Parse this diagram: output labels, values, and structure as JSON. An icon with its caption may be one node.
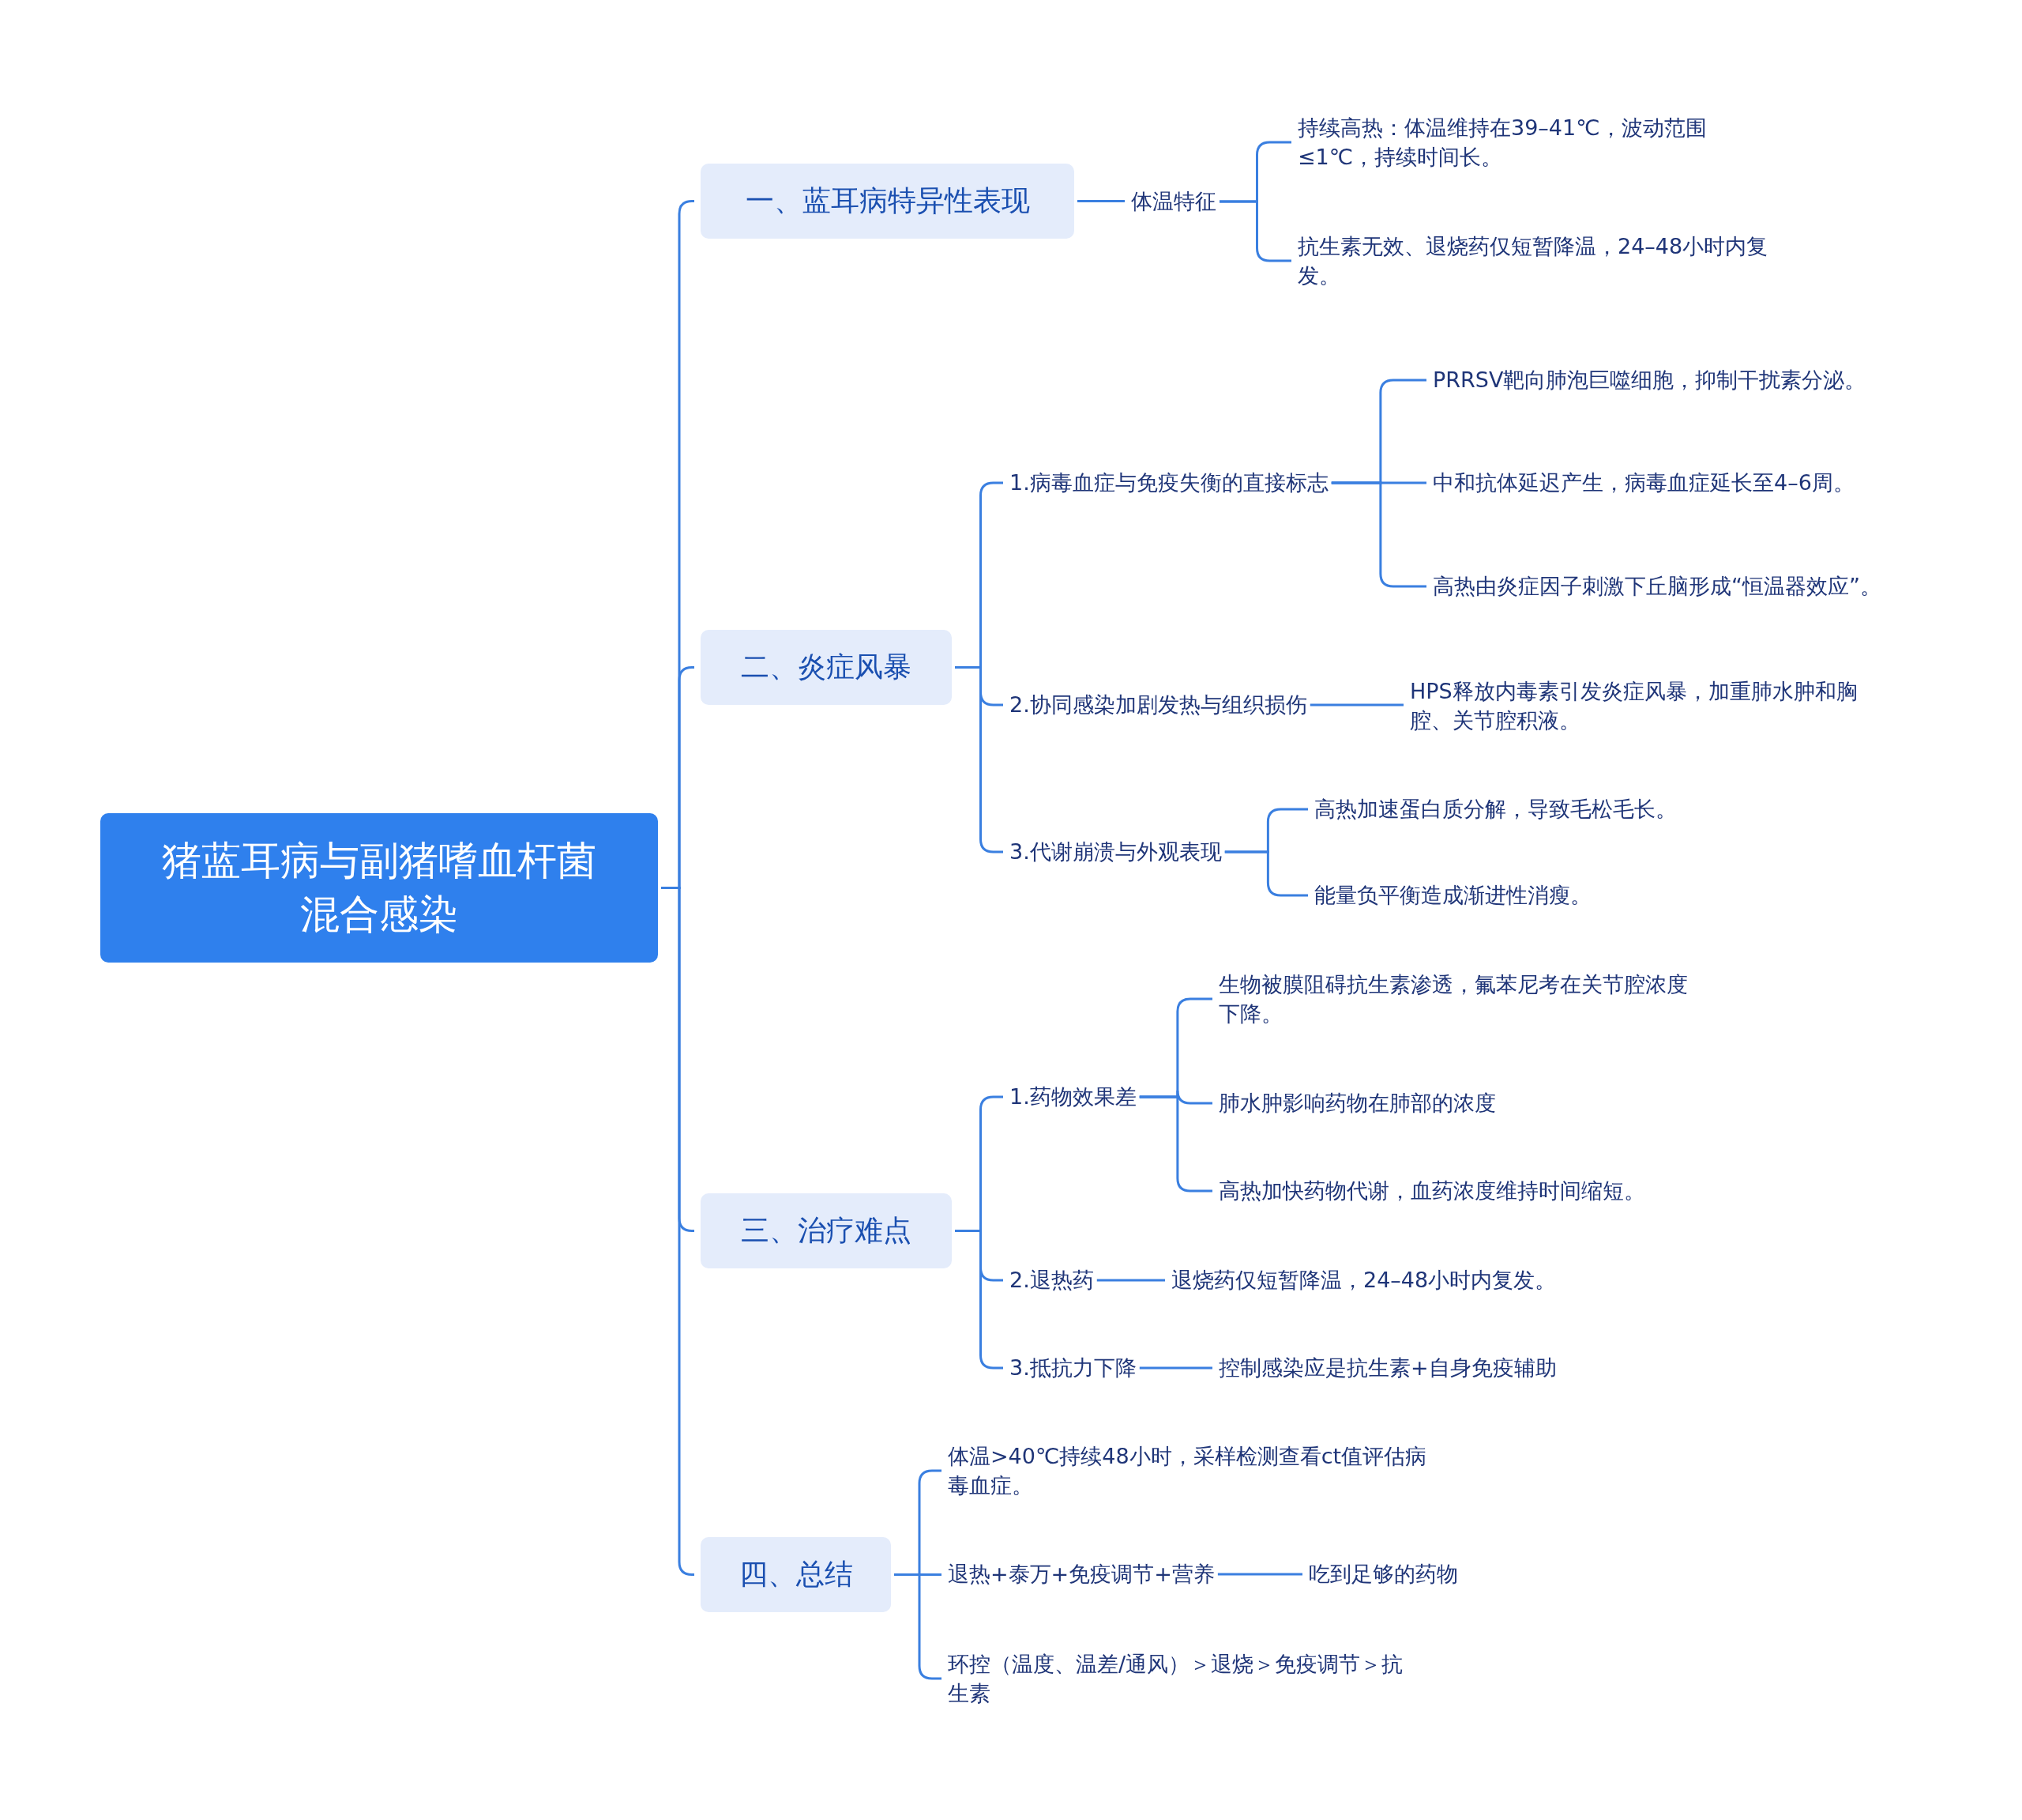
{
  "diagram": {
    "nodes": [
      {
        "text": [
          "猪蓝耳病与副猪嗜血杆菌混合感染"
        ]
      },
      {
        "text": [
          "一、蓝耳病特异性表现"
        ]
      },
      {
        "text": [
          "体温特征"
        ]
      },
      {
        "text": [
          "持续高热：体温维持在39–41℃，波动范围≤1℃，持续时间长。"
        ]
      },
      {
        "text": [
          "抗生素无效、退烧药仅短暂降温，24–48小时内复发。"
        ]
      },
      {
        "text": [
          "二、炎症风暴"
        ]
      },
      {
        "text": [
          "1.病毒血症与免疫失衡的直接标志"
        ]
      },
      {
        "text": [
          "PRRSV靶向肺泡巨噬细胞，抑制干扰素分泌。"
        ]
      },
      {
        "text": [
          "中和抗体延迟产生，病毒血症延长至4–6周。"
        ]
      },
      {
        "text": [
          "高热由炎症因子刺激下丘脑形成“恒温器效应”。"
        ]
      },
      {
        "text": [
          "2.协同感染加剧发热与组织损伤"
        ]
      },
      {
        "text": [
          "HPS释放内毒素引发炎症风暴，加重肺水肿和胸腔、关节腔积液。"
        ]
      },
      {
        "text": [
          "3.代谢崩溃与外观表现"
        ]
      },
      {
        "text": [
          "高热加速蛋白质分解，导致毛松毛长。"
        ]
      },
      {
        "text": [
          "能量负平衡造成渐进性消瘦。"
        ]
      },
      {
        "text": [
          "三、治疗难点"
        ]
      },
      {
        "text": [
          "1.药物效果差"
        ]
      },
      {
        "text": [
          "生物被膜阻碍抗生素渗透，氟苯尼考在关节腔浓度下降。"
        ]
      },
      {
        "text": [
          "肺水肿影响药物在肺部的浓度"
        ]
      },
      {
        "text": [
          "高热加快药物代谢，血药浓度维持时间缩短。"
        ]
      },
      {
        "text": [
          "2.退热药"
        ]
      },
      {
        "text": [
          "退烧药仅短暂降温，24–48小时内复发。"
        ]
      },
      {
        "text": [
          "3.抵抗力下降"
        ]
      },
      {
        "text": [
          "控制感染应是抗生素+自身免疫辅助"
        ]
      },
      {
        "text": [
          "四、总结"
        ]
      },
      {
        "text": [
          "体温>40℃持续48小时，采样检测查看ct值评估病毒血症。"
        ]
      },
      {
        "text": [
          "退热+泰万+免疫调节+营养"
        ]
      },
      {
        "text": [
          "吃到足够的药物"
        ]
      },
      {
        "text": [
          "环控（温度、温差/通风）＞退烧＞免疫调节＞抗生素"
        ]
      }
    ],
    "edges": [
      {
        "from": 0,
        "to": 1,
        "arrow": "none"
      },
      {
        "from": 1,
        "to": 2,
        "arrow": "none"
      },
      {
        "from": 2,
        "to": 3,
        "arrow": "none"
      },
      {
        "from": 2,
        "to": 4,
        "arrow": "none"
      },
      {
        "from": 0,
        "to": 5,
        "arrow": "none"
      },
      {
        "from": 5,
        "to": 6,
        "arrow": "none"
      },
      {
        "from": 6,
        "to": 7,
        "arrow": "none"
      },
      {
        "from": 6,
        "to": 8,
        "arrow": "none"
      },
      {
        "from": 6,
        "to": 9,
        "arrow": "none"
      },
      {
        "from": 5,
        "to": 10,
        "arrow": "none"
      },
      {
        "from": 10,
        "to": 11,
        "arrow": "none"
      },
      {
        "from": 5,
        "to": 12,
        "arrow": "none"
      },
      {
        "from": 12,
        "to": 13,
        "arrow": "none"
      },
      {
        "from": 12,
        "to": 14,
        "arrow": "none"
      },
      {
        "from": 0,
        "to": 15,
        "arrow": "none"
      },
      {
        "from": 15,
        "to": 16,
        "arrow": "none"
      },
      {
        "from": 16,
        "to": 17,
        "arrow": "none"
      },
      {
        "from": 16,
        "to": 18,
        "arrow": "none"
      },
      {
        "from": 16,
        "to": 19,
        "arrow": "none"
      },
      {
        "from": 15,
        "to": 20,
        "arrow": "none"
      },
      {
        "from": 20,
        "to": 21,
        "arrow": "none"
      },
      {
        "from": 15,
        "to": 22,
        "arrow": "none"
      },
      {
        "from": 22,
        "to": 23,
        "arrow": "none"
      },
      {
        "from": 0,
        "to": 24,
        "arrow": "none"
      },
      {
        "from": 24,
        "to": 25,
        "arrow": "none"
      },
      {
        "from": 24,
        "to": 26,
        "arrow": "none"
      },
      {
        "from": 26,
        "to": 27,
        "arrow": "none"
      },
      {
        "from": 24,
        "to": 28,
        "arrow": "none"
      }
    ]
  }
}
